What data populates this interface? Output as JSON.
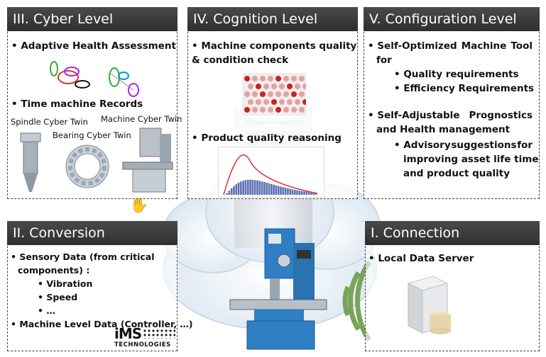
{
  "panels": {
    "cyber": {
      "title": "III. Cyber Level",
      "bullet1": "• Adaptive Health Assessment",
      "bullet2": "• Time machine Records",
      "label_spindle": "Spindle Cyber Twin",
      "label_machine": "Machine Cyber Twin",
      "label_bearing": "Bearing Cyber Twin"
    },
    "cognition": {
      "title": "IV. Cognition Level",
      "bullet1_line1": "• Machine components quality",
      "bullet1_line2": "& condition check",
      "bullet2": "• Product quality reasoning"
    },
    "configuration": {
      "title": "V. Configuration Level",
      "b1_l1a": "• Self-Optimized",
      "b1_l1b": "Machine",
      "b1_l1c": "Tool",
      "b1_l2": "for",
      "sub1": "• Quality requirements",
      "sub2": "• Efficiency Requirements",
      "b2_l1a": "• Self-Adjustable",
      "b2_l1b": "Prognostics",
      "b2_l2": "and Health management",
      "sub3_l1a": "• Advisory",
      "sub3_l1b": "suggestions",
      "sub3_l1c": "for",
      "sub3_l2": "improving asset life time",
      "sub3_l3": "and product quality"
    },
    "conversion": {
      "title": "II. Conversion",
      "b1_l1": "• Sensory Data (from critical",
      "b1_l2": "components) :",
      "sub1": "• Vibration",
      "sub2": "• Speed",
      "sub3": "• …",
      "b2": "• Machine Level Data (Controller, …)"
    },
    "connection": {
      "title": "I. Connection",
      "b1": "• Local Data Server"
    }
  },
  "logo": {
    "name": "iMS",
    "subtitle": "TECHNOLOGIES"
  },
  "colors": {
    "header_bg": "#333333",
    "wifi_arcs": "#7aa35a",
    "machine_blue": "#2e7fc4",
    "cloud": "#dfeaf3"
  }
}
